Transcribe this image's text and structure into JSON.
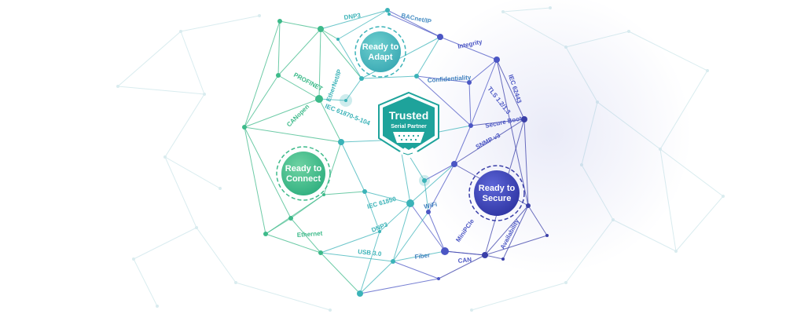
{
  "colors": {
    "green": "#3dba8a",
    "teal": "#3bb3b8",
    "blue": "#4b56c4",
    "navy": "#3a3fa8",
    "center": "#1ea39b",
    "faint": "#d9ecef"
  },
  "center_badge": {
    "title": "Trusted",
    "subtitle": "Serial Partner",
    "icons": [
      "serial-connector-icon",
      "handshake-icon"
    ]
  },
  "badges": {
    "adapt": {
      "line1": "Ready to",
      "line2": "Adapt"
    },
    "connect": {
      "line1": "Ready to",
      "line2": "Connect"
    },
    "secure": {
      "line1": "Ready to",
      "line2": "Secure"
    }
  },
  "labels": {
    "dnp3_top": "DNP3",
    "bacnet": "BACnet/IP",
    "integrity": "Integrity",
    "confidentiality": "Confidentiality",
    "iec62443": "IEC 62443",
    "tls": "TLS 1.2/1.3",
    "secure_boot": "Secure Boot",
    "snmp": "SNMP v3",
    "profinet": "PROFINET",
    "ethernetip": "EtherNet/IP",
    "iec61870": "IEC 61870-5-104",
    "canopen": "CANopen",
    "iec61850": "IEC 61850",
    "wifi": "WiFi",
    "dnp3_bottom": "DNP3",
    "ethernet": "Ethernet",
    "usb": "USB 3.0",
    "fiber": "Fiber",
    "minipcie": "MiniPCIe",
    "can": "CAN",
    "availability": "Availability"
  }
}
